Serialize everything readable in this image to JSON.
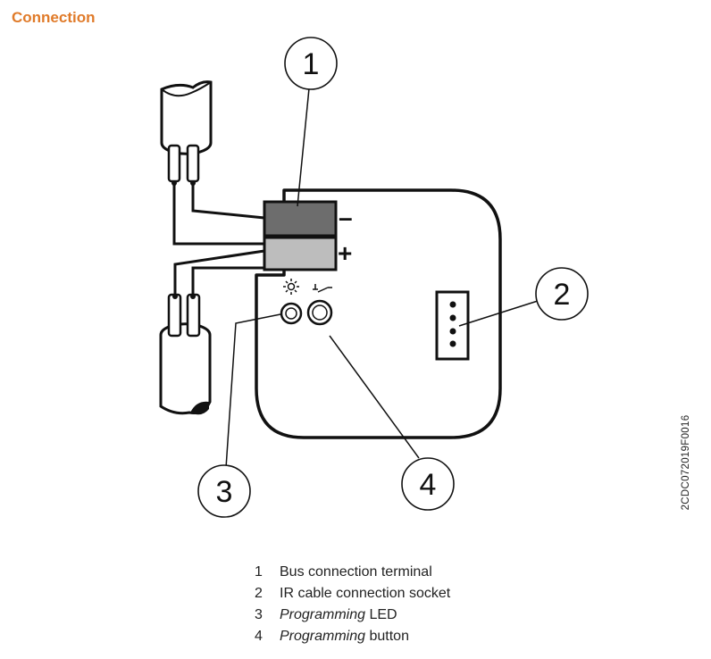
{
  "page": {
    "heading": "Connection"
  },
  "diagram": {
    "figure_code": "2CDC072019F0016",
    "terminal_minus_sign": "–",
    "terminal_plus_sign": "+",
    "callouts": [
      "1",
      "2",
      "3",
      "4"
    ]
  },
  "legend": [
    {
      "number": "1",
      "italic": "",
      "text": "Bus connection terminal"
    },
    {
      "number": "2",
      "italic": "",
      "text": "IR cable connection socket"
    },
    {
      "number": "3",
      "italic": "Programming",
      "text": " LED"
    },
    {
      "number": "4",
      "italic": "Programming",
      "text": " button"
    }
  ],
  "colors": {
    "heading": "#e07b2a",
    "terminal_minus": "#6d6d6d",
    "terminal_plus": "#bdbdbd",
    "line": "#111111"
  }
}
